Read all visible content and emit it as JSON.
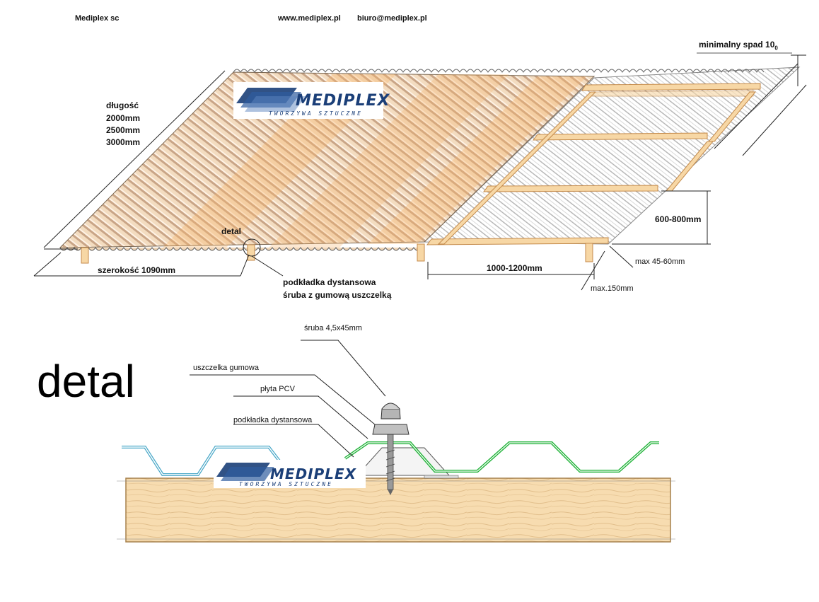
{
  "header": {
    "company": "Mediplex sc",
    "website": "www.mediplex.pl",
    "email": "biuro@mediplex.pl"
  },
  "logo": {
    "brand": "MEDIPLEX",
    "tagline": "TWORZYWA SZTUCZNE"
  },
  "top_diagram": {
    "slope_label": "minimalny spad 10",
    "slope_unit_sub": "0",
    "length_title": "długość",
    "lengths": [
      "2000mm",
      "2500mm",
      "3000mm"
    ],
    "detail_label": "detal",
    "width_label": "szerokość 1090mm",
    "spacer_label": "podkładka dystansowa",
    "screw_label": "śruba z gumową uszczelką",
    "purlin_spacing": "600-800mm",
    "rafter_spacing": "1000-1200mm",
    "purlin_size": "max 45-60mm",
    "overhang": "max.150mm"
  },
  "detail_diagram": {
    "title": "detal",
    "screw": "śruba 4,5x45mm",
    "gasket": "uszczelka gumowa",
    "sheet": "płyta PCV",
    "spacer": "podkładka dystansowa"
  },
  "colors": {
    "wood": "#f7d9a8",
    "wood_dark": "#d9a865",
    "sheet_green": "#22b33a",
    "sheet_blue": "#4aa8c8",
    "logo_blue": "#1b3f78"
  }
}
